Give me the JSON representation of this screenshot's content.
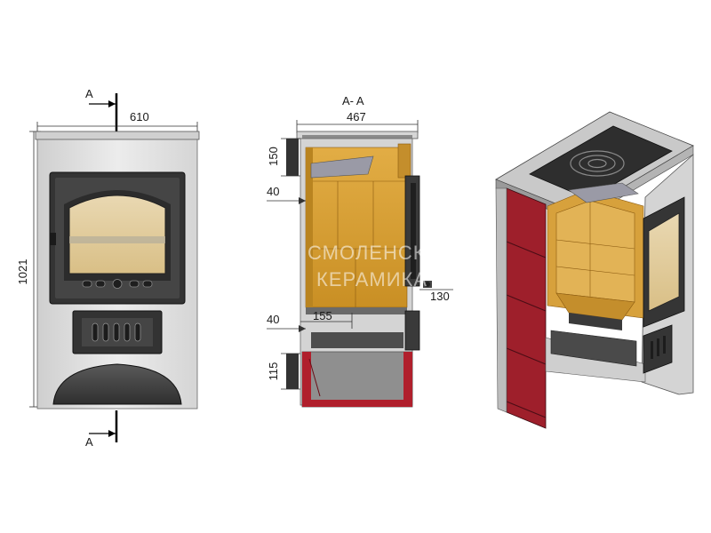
{
  "front_view": {
    "section_marker_top": "A",
    "section_marker_bottom": "A",
    "width_label": "610",
    "height_label": "1021"
  },
  "section_view": {
    "title": "A- A",
    "width_label": "467",
    "top_height_label": "150",
    "upper_offset_label": "40",
    "handle_label": "130",
    "depth_label": "155",
    "lower_offset_label": "40",
    "ashpit_height_label": "115",
    "watermark_line1": "СМОЛЕНСКАЯ",
    "watermark_line2": "КЕРАМИКА"
  },
  "colors": {
    "steel_light": "#e6e6e6",
    "steel_dark": "#3c3c3c",
    "firebrick": "#d9a336",
    "glass": "#e6cfa0",
    "accent_red": "#b01f2c",
    "tile_red": "#9e1f2b"
  }
}
